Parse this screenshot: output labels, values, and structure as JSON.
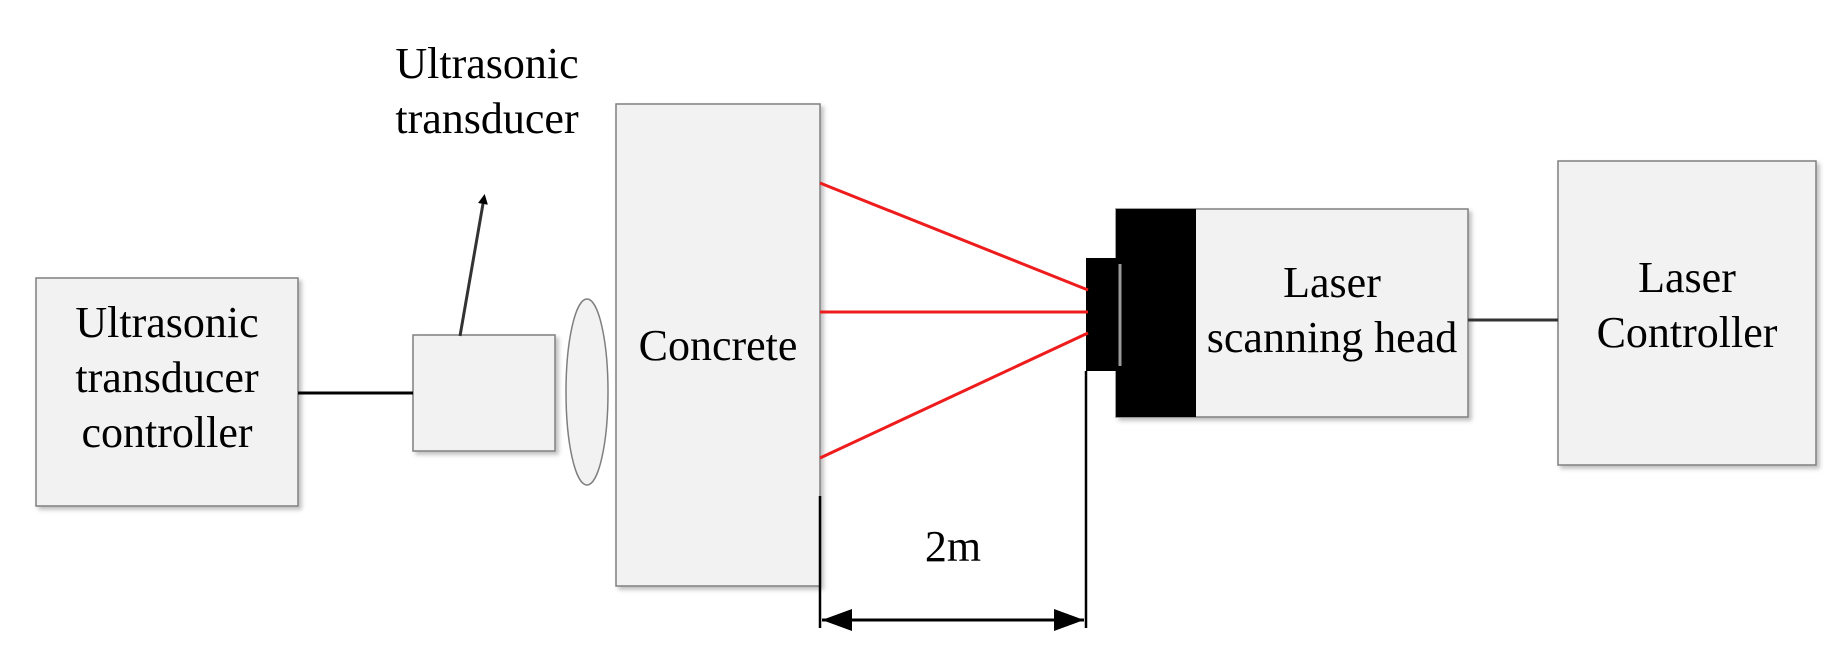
{
  "labels": {
    "ut_controller": [
      "Ultrasonic",
      "transducer",
      "controller"
    ],
    "ut_transducer": [
      "Ultrasonic",
      "transducer"
    ],
    "concrete": "Concrete",
    "laser_head": [
      "Laser",
      "scanning head"
    ],
    "laser_controller": [
      "Laser",
      "Controller"
    ],
    "distance": "2m"
  },
  "colors": {
    "box_fill": "#f2f2f2",
    "box_stroke": "#7f7f7f",
    "laser_beam": "#ee1c1c",
    "black": "#000000"
  }
}
